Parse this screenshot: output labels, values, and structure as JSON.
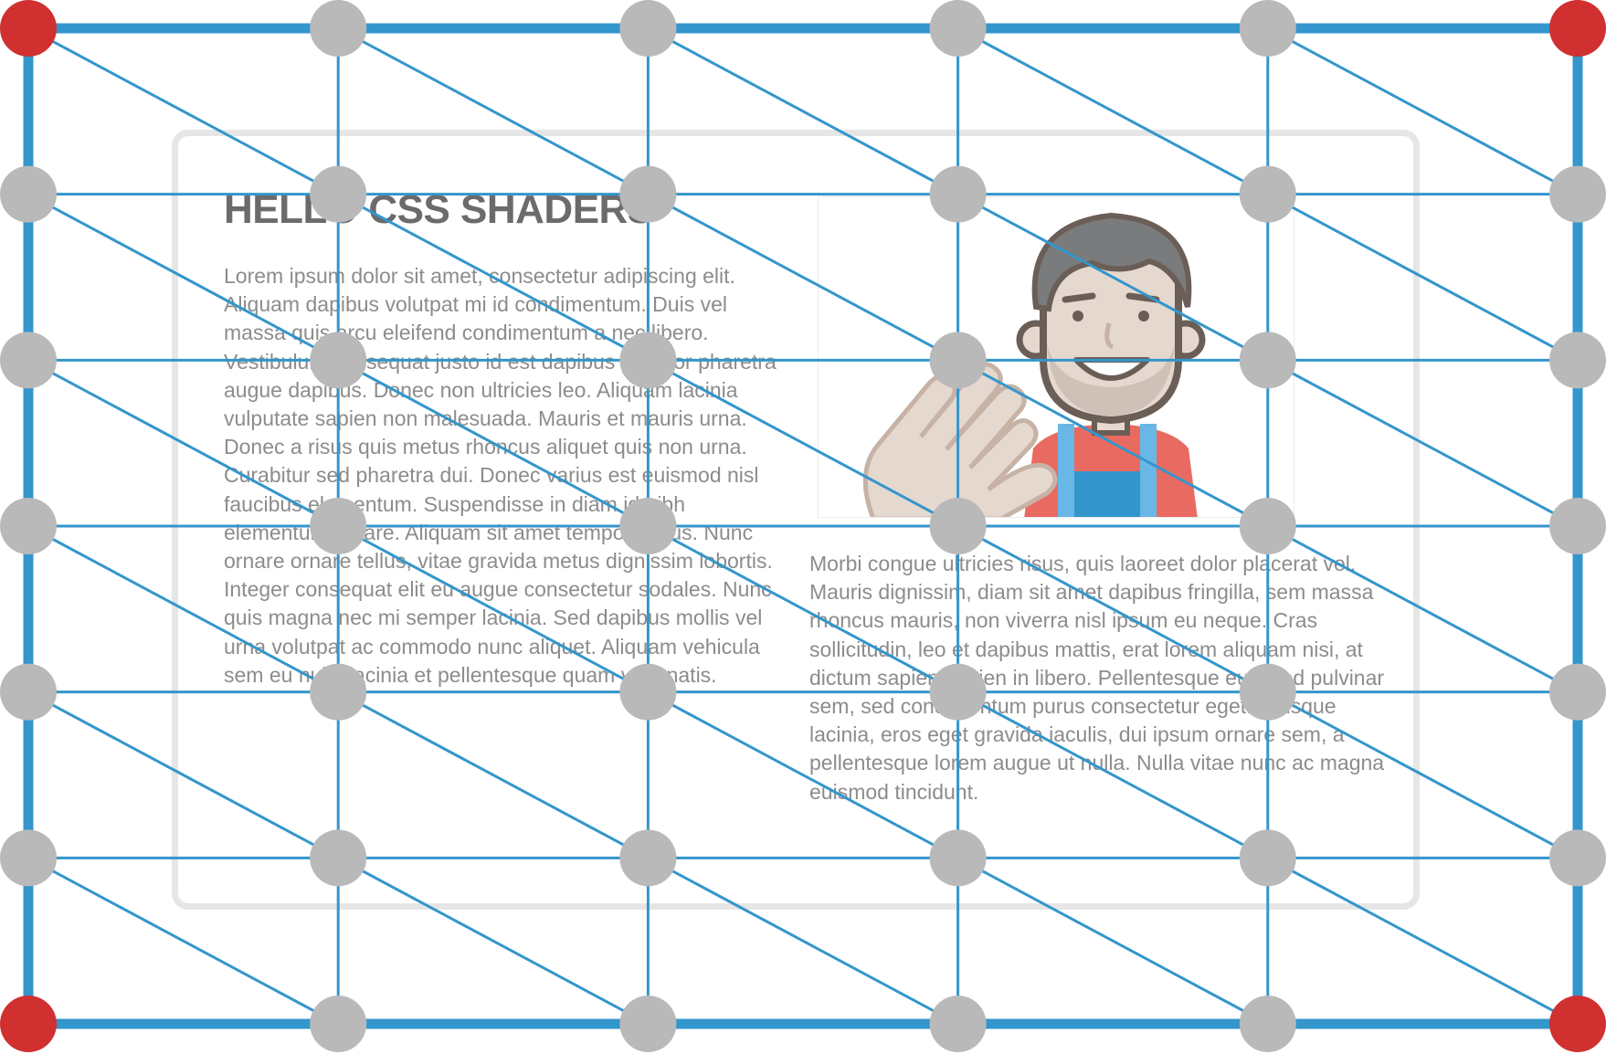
{
  "article": {
    "title": "HELLO CSS SHADERS",
    "paragraph_left": "Lorem ipsum dolor sit amet, consectetur adipiscing elit. Aliquam dapibus volutpat mi id condimentum. Duis vel massa quis arcu eleifend condimentum a nec libero. Vestibulum consequat justo id est dapibus porttitor pharetra augue dapibus. Donec non ultricies leo. Aliquam lacinia vulputate sapien non malesuada. Mauris et mauris urna. Donec a risus quis metus rhoncus aliquet quis non urna. Curabitur sed pharetra dui. Donec varius est euismod nisl faucibus elementum. Suspendisse in diam id nibh elementum ornare. Aliquam sit amet tempor lectus. Nunc ornare ornare tellus, vitae gravida metus dignissim lobortis. Integer consequat elit eu augue consectetur sodales. Nunc quis magna nec mi semper lacinia. Sed dapibus mollis vel urna volutpat ac commodo nunc aliquet. Aliquam vehicula sem eu nulla lacinia et pellentesque quam venenatis.",
    "paragraph_right": "Morbi congue ultricies risus, quis laoreet dolor placerat vel. Mauris dignissim, diam sit amet dapibus fringilla, sem massa rhoncus mauris, non viverra nisl ipsum eu neque. Cras sollicitudin, leo et dapibus mattis, erat lorem aliquam nisi, at dictum sapien sapien in libero. Pellentesque euismod pulvinar sem, sed condimentum purus consectetur eget. Quisque lacinia, eros eget gravida iaculis, dui ipsum ornare sem, a pellentesque lorem augue ut nulla. Nulla vitae nunc ac magna euismod tincidunt.",
    "illustration": "waving-man-illustration"
  },
  "mesh": {
    "columns": 5,
    "rows": 6,
    "diagonals": "top-left to bottom-right",
    "colors": {
      "border": "#3396cc",
      "lines": "#3396cc",
      "vertex": "#b9b9b9",
      "corner_vertex": "#d03030"
    }
  }
}
